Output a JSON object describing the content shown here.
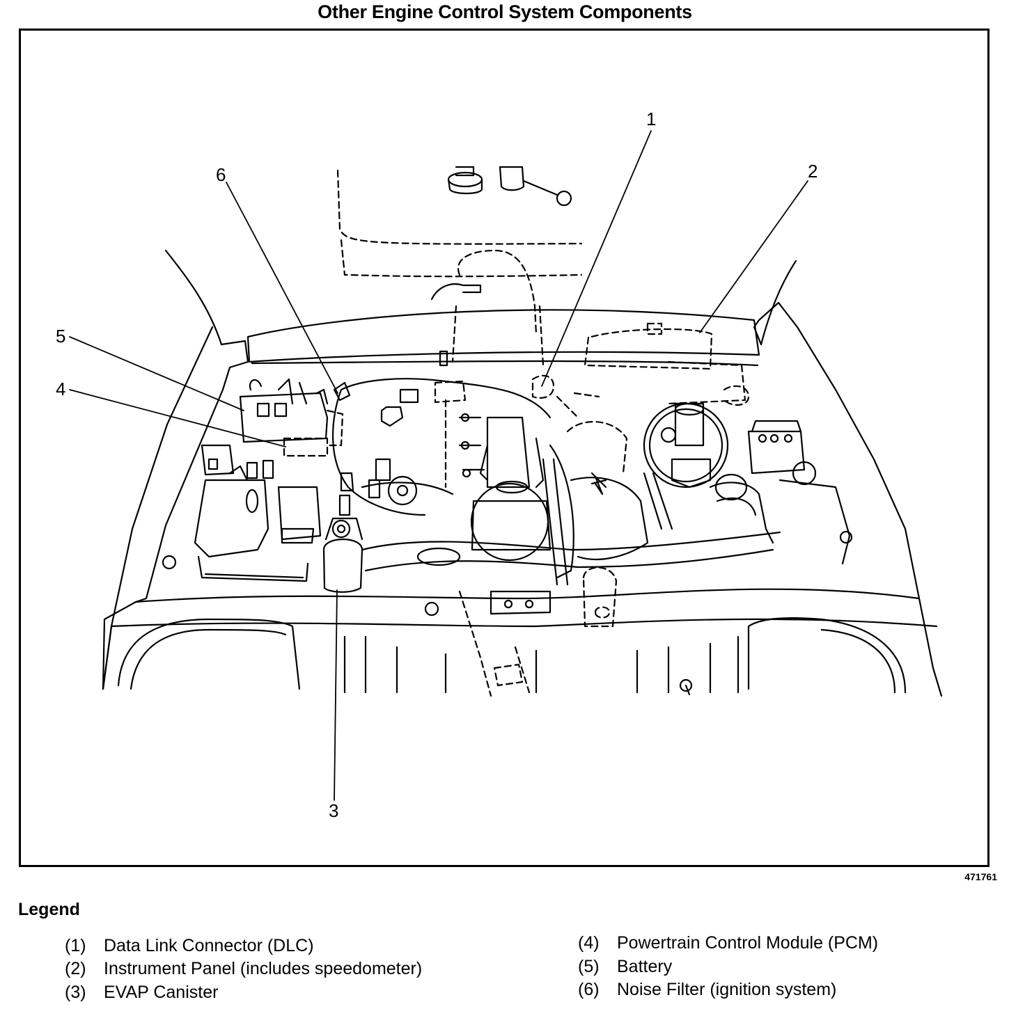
{
  "title": "Other Engine Control System Components",
  "figure_id": "471761",
  "callouts": {
    "c1": "1",
    "c2": "2",
    "c3": "3",
    "c4": "4",
    "c5": "5",
    "c6": "6"
  },
  "legend": {
    "title": "Legend",
    "items": [
      {
        "num": "(1)",
        "label": "Data Link Connector (DLC)"
      },
      {
        "num": "(2)",
        "label": "Instrument Panel (includes speedometer)"
      },
      {
        "num": "(3)",
        "label": "EVAP Canister"
      },
      {
        "num": "(4)",
        "label": "Powertrain Control Module (PCM)"
      },
      {
        "num": "(5)",
        "label": "Battery"
      },
      {
        "num": "(6)",
        "label": "Noise Filter (ignition system)"
      }
    ]
  }
}
